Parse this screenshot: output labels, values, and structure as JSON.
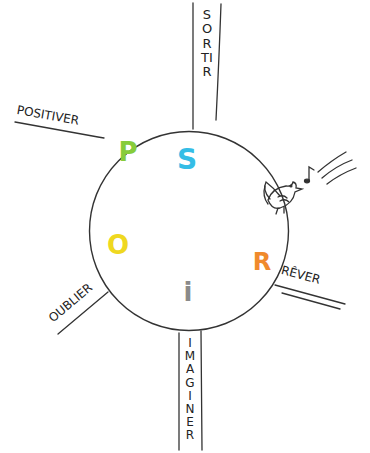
{
  "diagram": {
    "nodes": [
      {
        "text": [
          "S",
          "P",
          "O",
          "i",
          "R"
        ]
      }
    ],
    "labels": [
      "SORTIR",
      "POSITIVER",
      "OUBLIER",
      "IMAGINER",
      "RÊVER"
    ]
  }
}
